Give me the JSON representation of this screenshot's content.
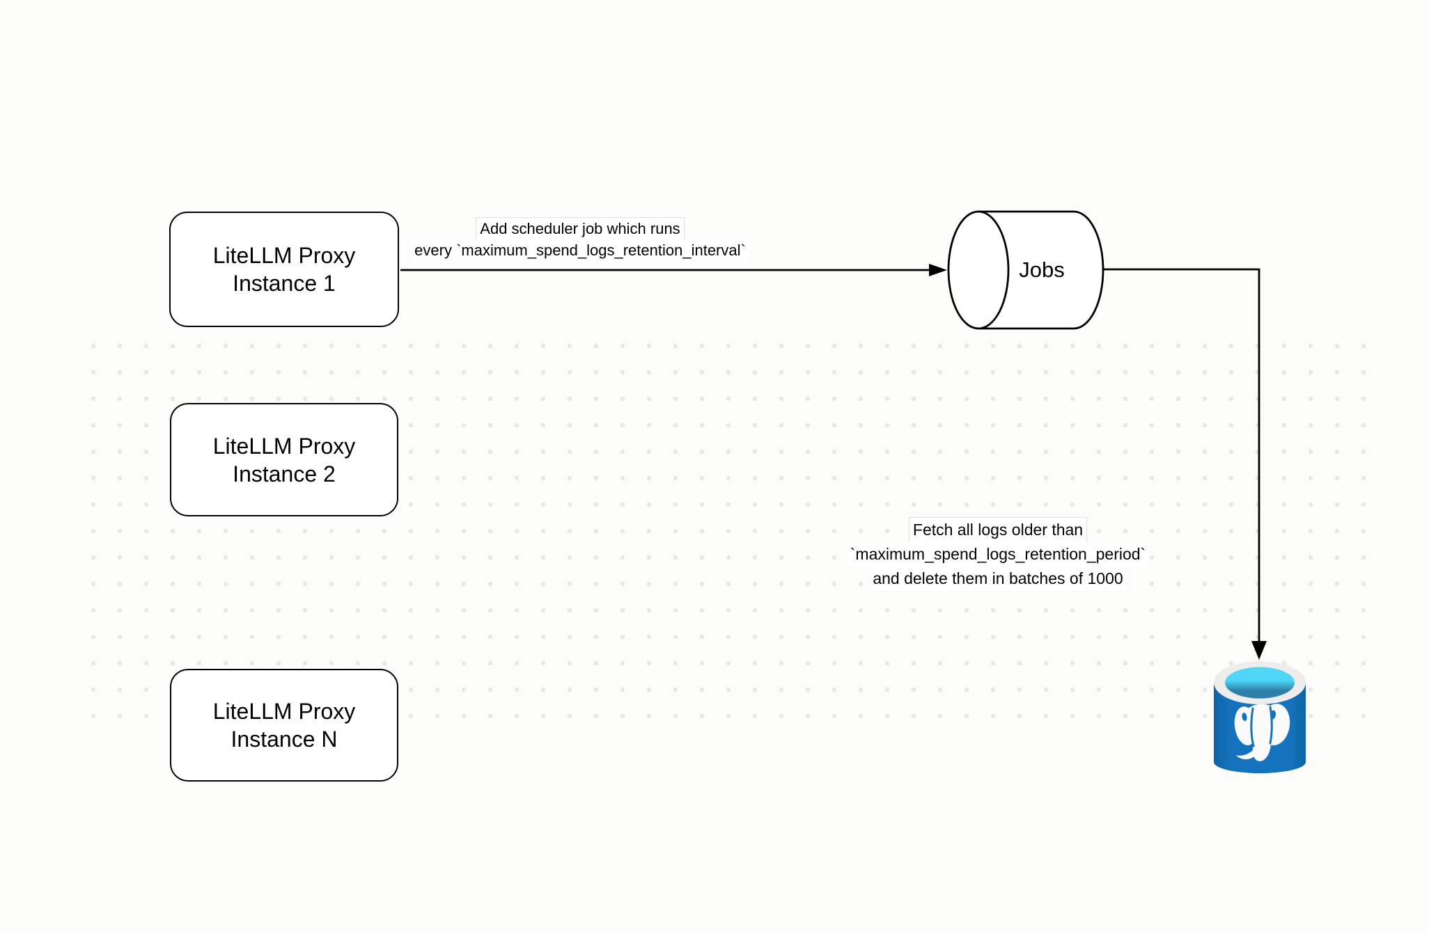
{
  "diagram": {
    "nodes": {
      "proxy1": {
        "line1": "LiteLLM Proxy",
        "line2": "Instance 1"
      },
      "proxy2": {
        "line1": "LiteLLM Proxy",
        "line2": "Instance 2"
      },
      "proxyN": {
        "line1": "LiteLLM Proxy",
        "line2": "Instance N"
      },
      "jobs": {
        "label": "Jobs"
      },
      "postgres": {
        "icon": "postgresql-elephant-database"
      }
    },
    "edge_labels": {
      "scheduler": {
        "line1": "Add scheduler job which runs",
        "line2": "every `maximum_spend_logs_retention_interval`"
      },
      "fetch": {
        "line1": "Fetch all logs older than",
        "line2": "`maximum_spend_logs_retention_period`",
        "line3": "and delete them in batches of 1000"
      }
    },
    "batch_size": "1000"
  },
  "colors": {
    "stroke": "#000000",
    "node_fill": "#ffffff",
    "canvas": "#fcfcfb",
    "dot": "#e7e7e7",
    "label_border": "#dedede",
    "pg_body": "#1573bd",
    "pg_body_edge": "#0e63a6",
    "pg_rim": "#ededed",
    "pg_opening_top": "#4fd6f7",
    "pg_opening_bottom": "#2e7fa8",
    "pg_elephant": "#fafafa"
  }
}
